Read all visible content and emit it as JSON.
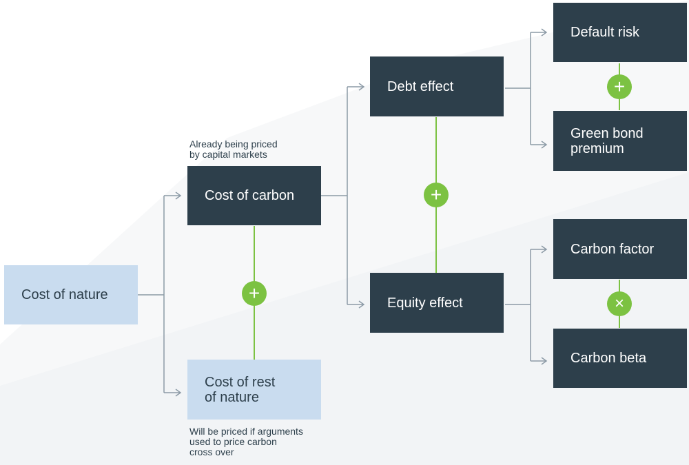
{
  "nodes": {
    "cost_of_nature": "Cost of nature",
    "cost_of_carbon": "Cost of carbon",
    "cost_of_rest_of_nature": "Cost of rest\nof nature",
    "debt_effect": "Debt effect",
    "equity_effect": "Equity effect",
    "default_risk": "Default risk",
    "green_bond_premium": "Green bond\npremium",
    "carbon_factor": "Carbon factor",
    "carbon_beta": "Carbon beta"
  },
  "annotations": {
    "already_priced": "Already being priced\nby capital markets",
    "will_be_priced": "Will be priced if arguments\nused to price carbon\ncross over"
  },
  "operators": {
    "carbon_plus_rest": "+",
    "debt_plus_equity": "+",
    "default_plus_green": "+",
    "factor_times_beta": "×"
  },
  "colors": {
    "dark_box": "#2d3f4b",
    "light_box": "#c9dcef",
    "connector": "#8c9aa6",
    "operator": "#7cc242"
  }
}
